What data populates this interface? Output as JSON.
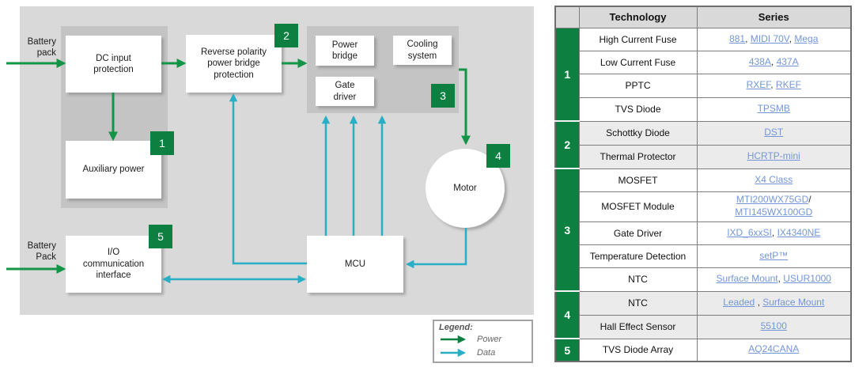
{
  "diagram": {
    "labels": {
      "battery_top": "Battery pack",
      "battery_bottom": "Battery Pack"
    },
    "blocks": {
      "dc_input": "DC input protection",
      "aux_power": "Auxiliary power",
      "reverse_polarity": "Reverse polarity power bridge protection",
      "power_bridge": "Power bridge",
      "cooling": "Cooling system",
      "gate_driver": "Gate driver",
      "motor": "Motor",
      "mcu": "MCU",
      "io_interface": "I/O communication interface"
    },
    "badges": [
      "1",
      "2",
      "3",
      "4",
      "5"
    ],
    "legend": {
      "title": "Legend:",
      "power": "Power",
      "data": "Data"
    }
  },
  "colors": {
    "power_green": "#149447",
    "badge_green": "#0d8041",
    "data_cyan": "#29afc5",
    "link_blue": "#7496d8",
    "diagram_bg": "#d9d9d9",
    "panel_bg": "#c4c4c4"
  },
  "table": {
    "headers": {
      "technology": "Technology",
      "series": "Series"
    },
    "groups": [
      {
        "number": "1",
        "rows": [
          {
            "technology": "High Current Fuse",
            "series": [
              {
                "t": "881"
              },
              {
                "t": ", "
              },
              {
                "t": "MIDI 70V"
              },
              {
                "t": ", "
              },
              {
                "t": "Mega"
              }
            ]
          },
          {
            "technology": "Low Current Fuse",
            "series": [
              {
                "t": "438A"
              },
              {
                "t": ", "
              },
              {
                "t": "437A"
              }
            ]
          },
          {
            "technology": "PPTC",
            "series": [
              {
                "t": "RXEF"
              },
              {
                "t": ", "
              },
              {
                "t": "RKEF"
              }
            ]
          },
          {
            "technology": "TVS Diode",
            "series": [
              {
                "t": "TPSMB"
              }
            ]
          }
        ]
      },
      {
        "number": "2",
        "rows": [
          {
            "technology": "Schottky Diode",
            "series": [
              {
                "t": "DST"
              }
            ]
          },
          {
            "technology": "Thermal Protector",
            "series": [
              {
                "t": "HCRTP-mini"
              }
            ]
          }
        ]
      },
      {
        "number": "3",
        "rows": [
          {
            "technology": "MOSFET",
            "series": [
              {
                "t": "X4 Class"
              }
            ]
          },
          {
            "technology": "MOSFET Module",
            "series": [
              {
                "t": "MTI200WX75GD"
              },
              {
                "t": "/"
              },
              {
                "t": "MTI145WX100GD"
              }
            ]
          },
          {
            "technology": "Gate Driver",
            "series": [
              {
                "t": "IXD_6xxSI"
              },
              {
                "t": ", "
              },
              {
                "t": "IX4340NE"
              }
            ]
          },
          {
            "technology": "Temperature Detection",
            "series": [
              {
                "t": "setP™"
              }
            ]
          },
          {
            "technology": "NTC",
            "series": [
              {
                "t": "Surface Mount"
              },
              {
                "t": ", "
              },
              {
                "t": "USUR1000"
              }
            ]
          }
        ]
      },
      {
        "number": "4",
        "rows": [
          {
            "technology": "NTC",
            "series": [
              {
                "t": "Leaded"
              },
              {
                "t": " , "
              },
              {
                "t": "Surface Mount"
              }
            ]
          },
          {
            "technology": "Hall Effect Sensor",
            "series": [
              {
                "t": "55100"
              }
            ]
          }
        ]
      },
      {
        "number": "5",
        "rows": [
          {
            "technology": "TVS Diode Array",
            "series": [
              {
                "t": "AQ24CANA"
              }
            ]
          }
        ]
      }
    ]
  }
}
